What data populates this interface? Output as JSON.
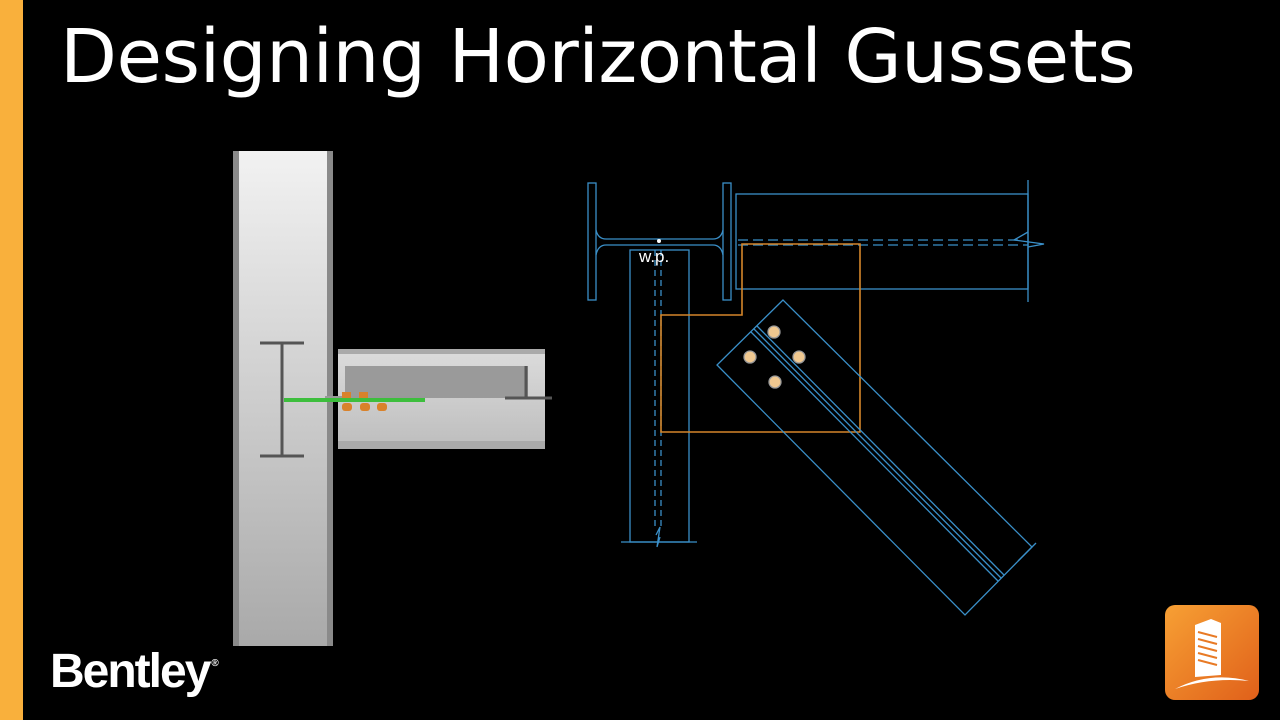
{
  "slide": {
    "title": "Designing Horizontal Gussets",
    "brand": "Bentley",
    "brand_mark": "®",
    "wp_label": "w.p."
  },
  "colors": {
    "accent": "#F9B03C",
    "drawing_line": "#3A8FC8",
    "gusset": "#D5862A",
    "bolt": "#F0C890",
    "plate_3d": "#3DBE3D"
  }
}
